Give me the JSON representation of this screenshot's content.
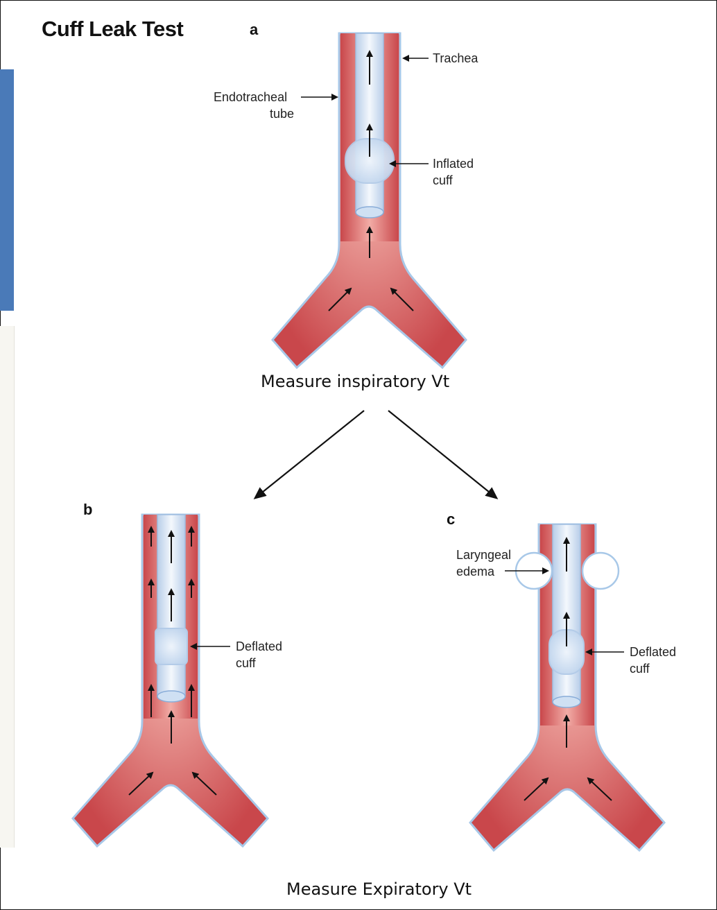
{
  "title": "Cuff Leak Test",
  "panels": {
    "a": {
      "letter": "a",
      "labels": {
        "trachea": "Trachea",
        "tube_1": "Endotracheal",
        "tube_2": "tube",
        "cuff_1": "Inflated",
        "cuff_2": "cuff"
      }
    },
    "b": {
      "letter": "b",
      "labels": {
        "cuff_1": "Deflated",
        "cuff_2": "cuff"
      }
    },
    "c": {
      "letter": "c",
      "labels": {
        "edema_1": "Laryngeal",
        "edema_2": "edema",
        "cuff_1": "Deflated",
        "cuff_2": "cuff"
      }
    }
  },
  "captions": {
    "inspiratory": "Measure inspiratory Vt",
    "expiratory": "Measure Expiratory Vt"
  },
  "colors": {
    "airway": "#cc4a4e",
    "airway_center": "#f3b3ad",
    "tube": "#dce8f6",
    "wall": "#a8c8e8"
  }
}
